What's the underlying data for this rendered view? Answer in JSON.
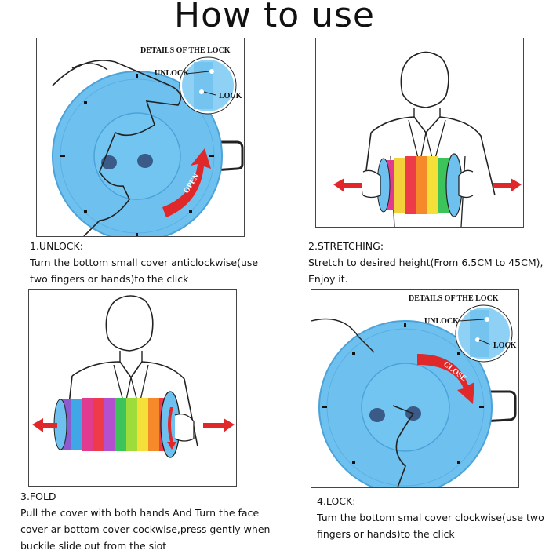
{
  "title": "How to use",
  "steps": [
    {
      "heading": "1.UNLOCK:",
      "text": "Turn the bottom small cover anticlockwise(use two fingers or hands)to the click",
      "detail_title": "DETAILS OF THE LOCK",
      "unlock_label": "UNLOCK",
      "lock_label": "LOCK",
      "arrow_word": "OPEN"
    },
    {
      "heading": "2.STRETCHING:",
      "text": "Stretch to desired height(From 6.5CM to 45CM), Enjoy it."
    },
    {
      "heading": "3.FOLD",
      "text": "Pull the cover with both hands And Turn the face cover ar bottom cover cockwise,press gently when buckile slide out from the siot"
    },
    {
      "heading": "4.LOCK:",
      "text": "Tum the bottom smal cover clockwise(use two fingers or hands)to the click",
      "detail_title": "DETAILS OF THE LOCK",
      "unlock_label": "UNLOCK",
      "lock_label": "LOCK",
      "arrow_word": "CLOSE"
    }
  ],
  "colors": {
    "stool_blue": "#6ec1ef",
    "stool_blue_dark": "#4aa3da",
    "arrow_red": "#e0282b",
    "outline": "#222222"
  }
}
